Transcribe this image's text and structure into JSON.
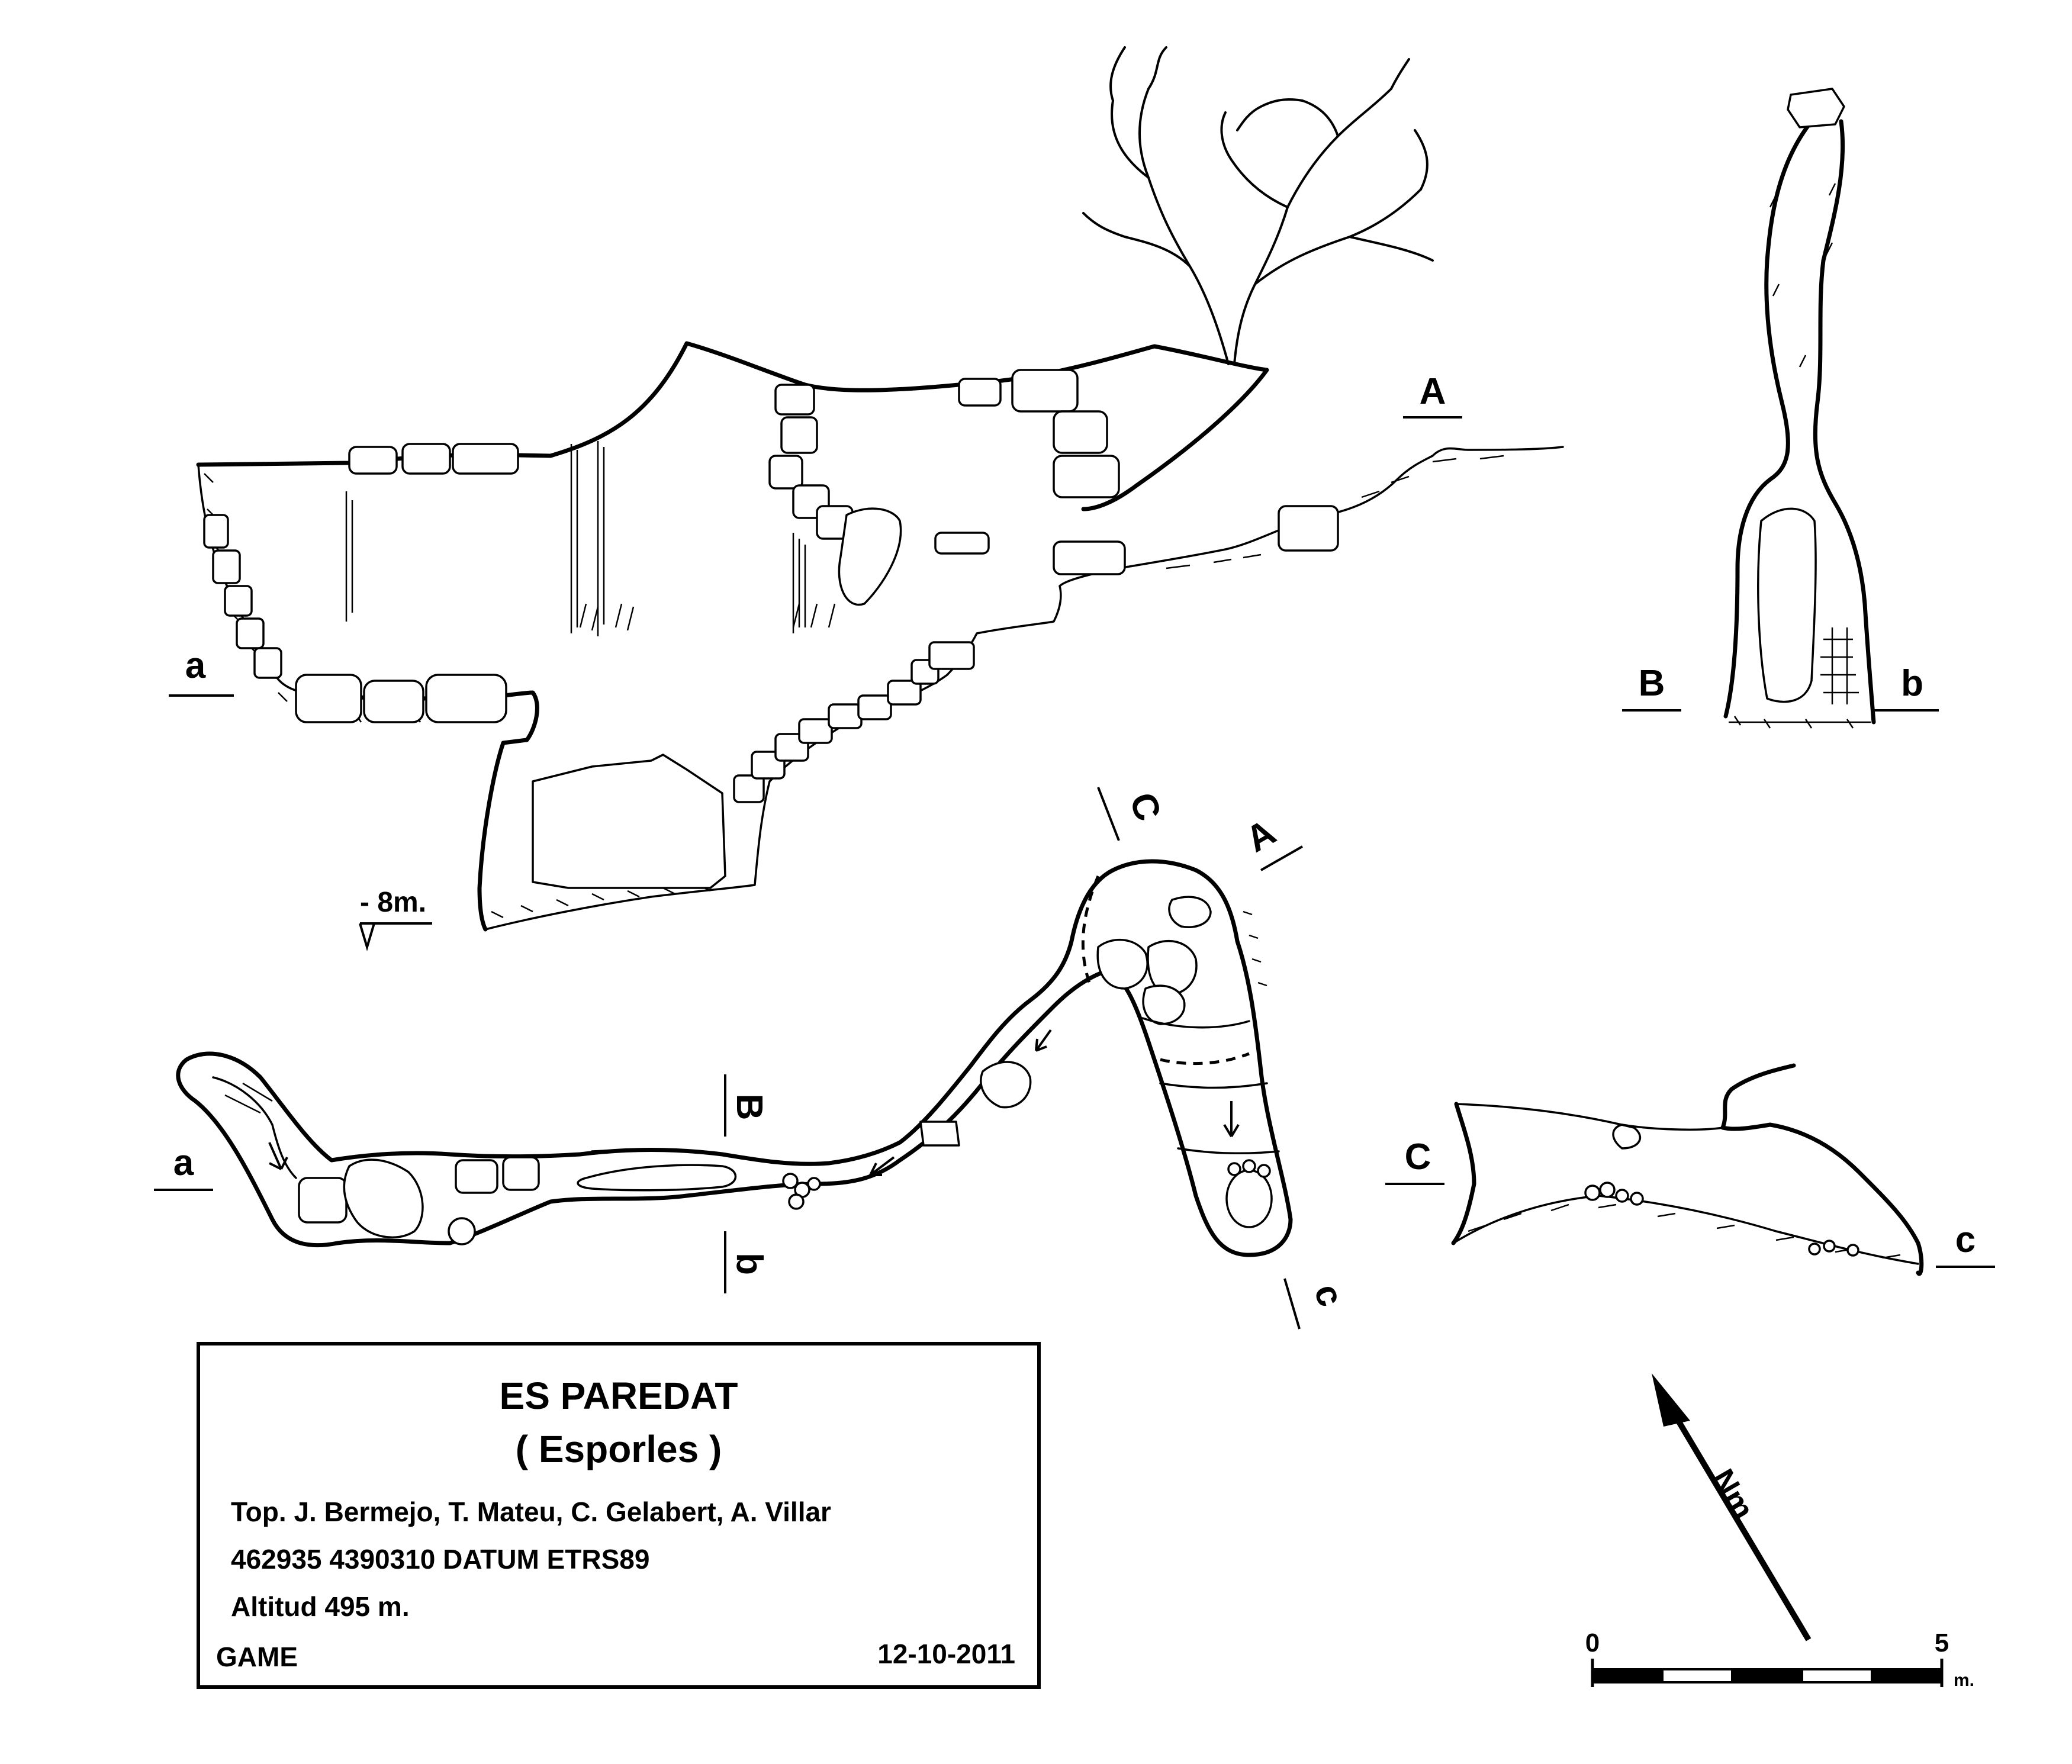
{
  "title_block": {
    "name": "ES PAREDAT",
    "municipality": "( Esporles )",
    "surveyors": "Top. J. Bermejo, T. Mateu, C. Gelabert, A. Villar",
    "coordinates": "462935 4390310 DATUM ETRS89",
    "altitude": "Altitud 495 m.",
    "group": "GAME",
    "date": "12-10-2011"
  },
  "profile_section": {
    "left_label": "a",
    "right_label": "A",
    "depth_label": "- 8m."
  },
  "cross_section_b": {
    "left_label": "B",
    "right_label": "b"
  },
  "cross_section_c": {
    "left_label": "C",
    "right_label": "c"
  },
  "plan_view": {
    "cut_a_label": "a",
    "cut_B_label": "B",
    "cut_b_label": "b",
    "cut_C_label": "C",
    "cut_A_label": "A",
    "cut_c_label": "c"
  },
  "north_arrow": {
    "label": "Nm."
  },
  "scale_bar": {
    "start": "0",
    "end": "5",
    "unit": "m.",
    "segments": 5
  }
}
